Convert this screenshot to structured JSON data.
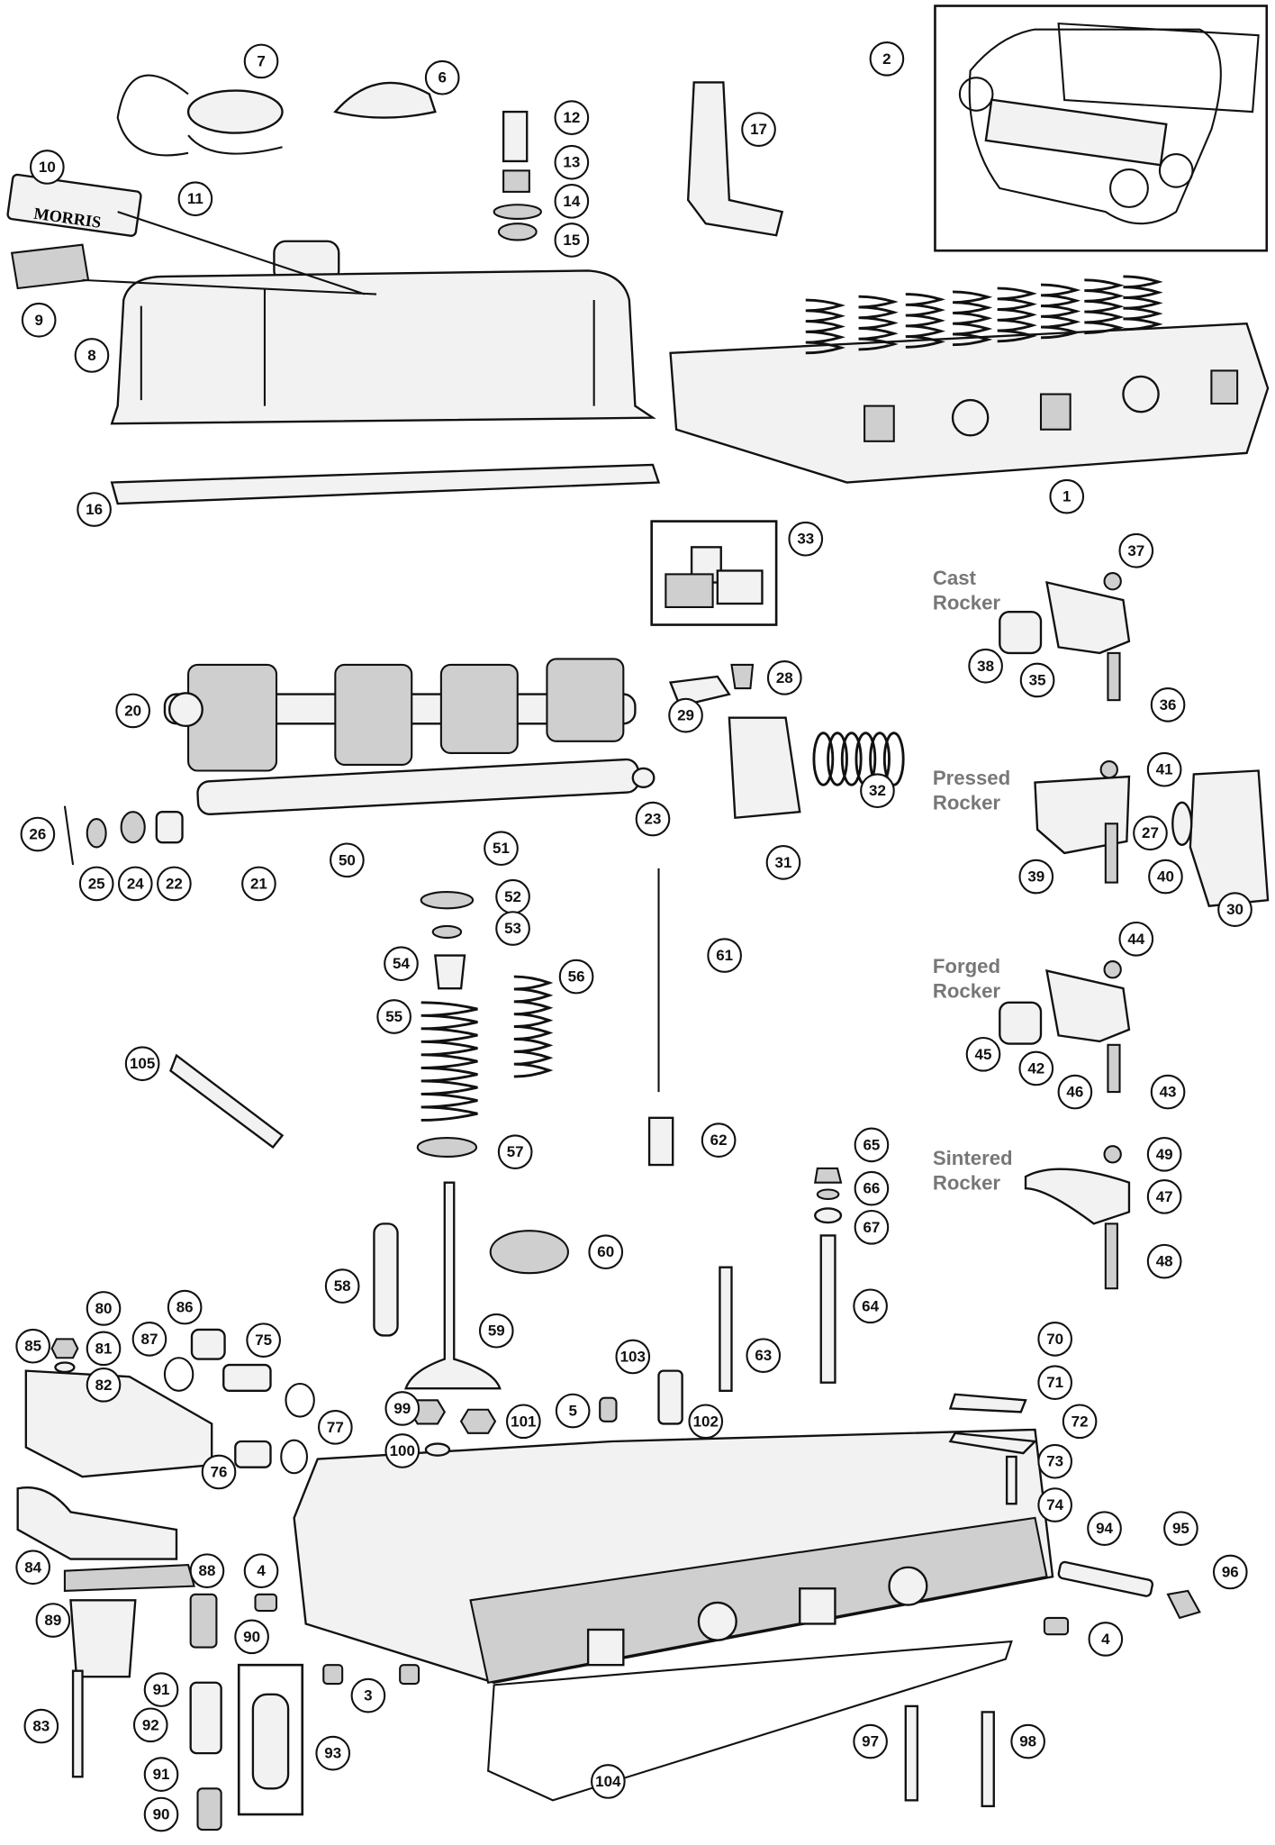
{
  "diagram": {
    "callouts": [
      "1",
      "2",
      "3",
      "4",
      "4",
      "5",
      "6",
      "7",
      "8",
      "9",
      "10",
      "11",
      "12",
      "13",
      "14",
      "15",
      "16",
      "17",
      "20",
      "21",
      "22",
      "23",
      "24",
      "25",
      "26",
      "27",
      "28",
      "29",
      "30",
      "31",
      "32",
      "33",
      "35",
      "36",
      "37",
      "38",
      "39",
      "40",
      "41",
      "42",
      "43",
      "44",
      "45",
      "46",
      "47",
      "48",
      "49",
      "50",
      "51",
      "52",
      "53",
      "54",
      "55",
      "56",
      "57",
      "58",
      "59",
      "60",
      "61",
      "62",
      "63",
      "64",
      "65",
      "66",
      "67",
      "70",
      "71",
      "72",
      "73",
      "74",
      "75",
      "76",
      "77",
      "80",
      "81",
      "82",
      "83",
      "84",
      "85",
      "86",
      "87",
      "88",
      "89",
      "90",
      "90",
      "91",
      "91",
      "92",
      "93",
      "94",
      "95",
      "96",
      "97",
      "98",
      "99",
      "100",
      "101",
      "102",
      "103",
      "104",
      "105"
    ],
    "rocker_labels": [
      {
        "line1": "Cast",
        "line2": "Rocker"
      },
      {
        "line1": "Pressed",
        "line2": "Rocker"
      },
      {
        "line1": "Forged",
        "line2": "Rocker"
      },
      {
        "line1": "Sintered",
        "line2": "Rocker"
      }
    ],
    "badge_text": "MORRIS"
  }
}
